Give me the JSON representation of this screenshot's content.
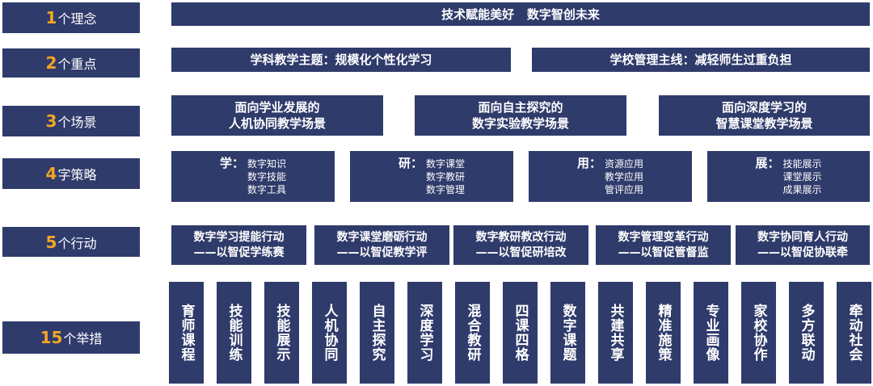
{
  "labels": [
    {
      "num": "1",
      "text": "个理念"
    },
    {
      "num": "2",
      "text": "个重点"
    },
    {
      "num": "3",
      "text": "个场景"
    },
    {
      "num": "4",
      "text": "字策略"
    },
    {
      "num": "5",
      "text": "个行动"
    },
    {
      "num": "15",
      "text": "个举措"
    }
  ],
  "concept": "技术赋能美好   数字智创未来",
  "focus": [
    "学科教学主题：规模化个性化学习",
    "学校管理主线：减轻师生过重负担"
  ],
  "scenes": [
    {
      "line1": "面向学业发展的",
      "line2": "人机协同教学场景"
    },
    {
      "line1": "面向自主探究的",
      "line2": "数字实验教学场景"
    },
    {
      "line1": "面向深度学习的",
      "line2": "智慧课堂教学场景"
    }
  ],
  "strategies": [
    {
      "key": "学：",
      "items": [
        "数字知识",
        "数字技能",
        "数字工具"
      ]
    },
    {
      "key": "研：",
      "items": [
        "数字课堂",
        "数字教研",
        "数字管理"
      ]
    },
    {
      "key": "用：",
      "items": [
        "资源应用",
        "教学应用",
        "管评应用"
      ]
    },
    {
      "key": "展：",
      "items": [
        "技能展示",
        "课堂展示",
        "成果展示"
      ]
    }
  ],
  "actions": [
    {
      "line1": "数字学习提能行动",
      "line2": "——以智促学练赛"
    },
    {
      "line1": "数字课堂磨砺行动",
      "line2": "——以智促教学评"
    },
    {
      "line1": "数字教研教改行动",
      "line2": "——以智促研培改"
    },
    {
      "line1": "数字管理变革行动",
      "line2": "——以智促管督监"
    },
    {
      "line1": "数字协同育人行动",
      "line2": "——以智促协联牵"
    }
  ],
  "measures": [
    "育师课程",
    "技能训练",
    "技能展示",
    "人机协同",
    "自主探究",
    "深度学习",
    "混合教研",
    "四课四格",
    "数字课题",
    "共建共享",
    "精准施策",
    "专业画像",
    "家校协作",
    "多方联动",
    "牵动社会"
  ]
}
